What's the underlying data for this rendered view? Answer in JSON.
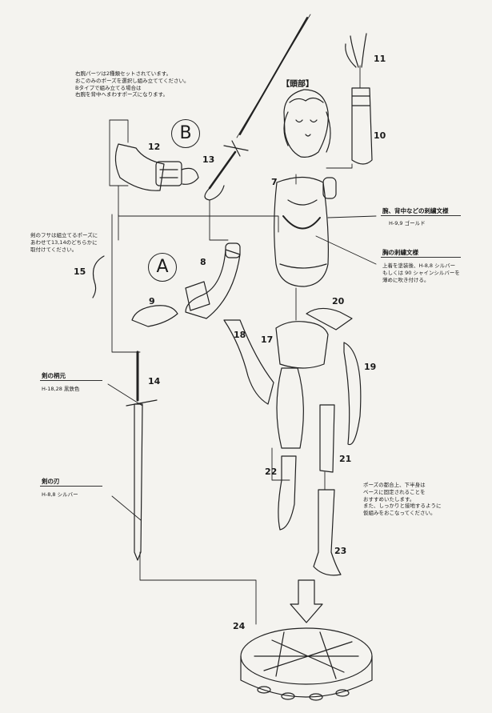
{
  "header_label": "【頭部】",
  "option_b": {
    "circle_letter": "B",
    "note_lines": [
      "右腕パーツは2種類セットされています。",
      "おこのみのポーズを選択し組み立ててください。",
      "Bタイプで組み立てる場合は",
      "右腕を背中へまわすポーズになります。"
    ]
  },
  "option_a": {
    "circle_letter": "A",
    "note_lines": [
      "剣のフサは組立てるポーズに",
      "あわせて13,14のどちらかに",
      "取付けてください。"
    ]
  },
  "callouts": {
    "arm_pattern": {
      "title": "腕、背中などの刺繍文様",
      "sub": "H-9,9 ゴールド"
    },
    "chest_pattern": {
      "title": "胸の刺繍文様",
      "sub_lines": [
        "上着を塗装後、H-8,8 シルバー",
        "もしくは 90 シャインシルバーを",
        "薄めに吹き付ける。"
      ]
    },
    "sword_guard": {
      "title": "剣の柄元",
      "sub": "H-18,28 黒鉄色"
    },
    "sword_blade": {
      "title": "剣の刃",
      "sub": "H-8,8 シルバー"
    },
    "base_note_lines": [
      "ポーズの都合上、下半身は",
      "ベースに固定されることを",
      "おすすめいたします。",
      "また、しっかりと接地するように",
      "仮組みをおこなってください。"
    ]
  },
  "part_numbers": {
    "p7": "7",
    "p8": "8",
    "p9": "9",
    "p10": "10",
    "p11": "11",
    "p12": "12",
    "p13": "13",
    "p14": "14",
    "p15": "15",
    "p17": "17",
    "p18": "18",
    "p19": "19",
    "p20": "20",
    "p21": "21",
    "p22": "22",
    "p23": "23",
    "p24": "24"
  }
}
